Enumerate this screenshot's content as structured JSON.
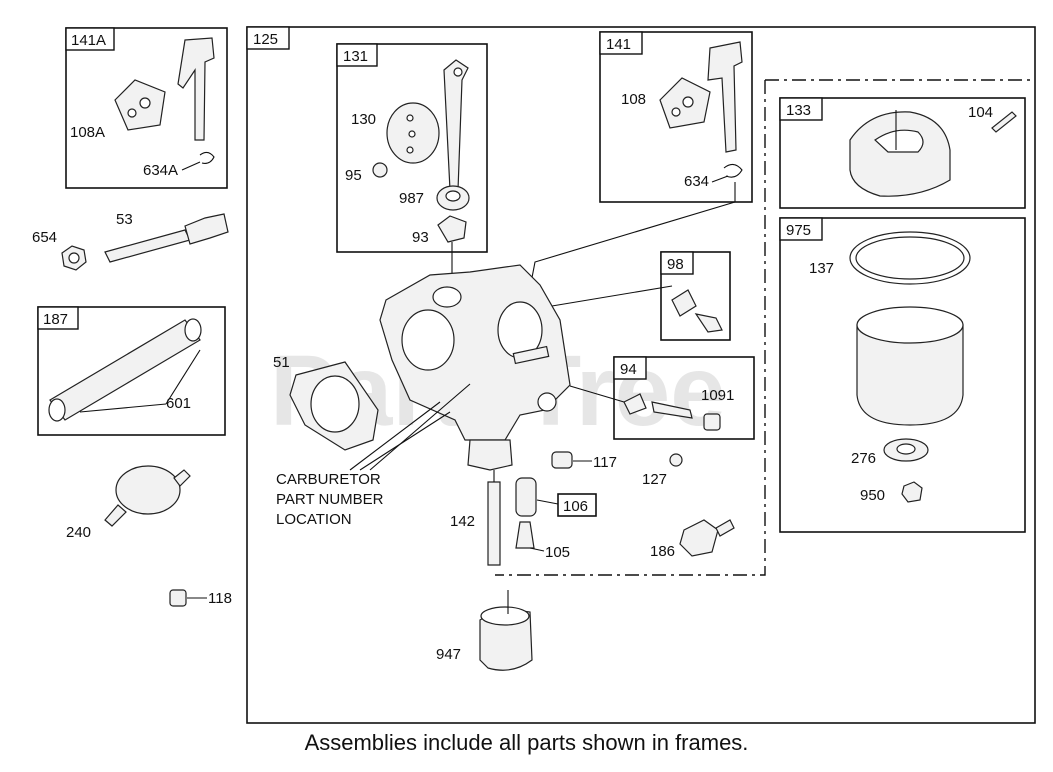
{
  "frames": {
    "f141A": "141A",
    "f125": "125",
    "f131": "131",
    "f141": "141",
    "f133": "133",
    "f187": "187",
    "f975": "975",
    "f98": "98",
    "f94": "94",
    "f106": "106"
  },
  "labels": {
    "p108A": "108A",
    "p634A": "634A",
    "p53": "53",
    "p654": "654",
    "p601": "601",
    "p240": "240",
    "p118": "118",
    "p130": "130",
    "p95": "95",
    "p987": "987",
    "p93": "93",
    "p108": "108",
    "p634": "634",
    "p104": "104",
    "p137": "137",
    "p276": "276",
    "p950": "950",
    "p51": "51",
    "p1091": "1091",
    "p117": "117",
    "p127": "127",
    "p142": "142",
    "p105": "105",
    "p186": "186",
    "p947": "947"
  },
  "note_lines": [
    "CARBURETOR",
    "PART NUMBER",
    "LOCATION"
  ],
  "watermark": "PartsTree",
  "caption": "Assemblies include all parts shown in frames."
}
